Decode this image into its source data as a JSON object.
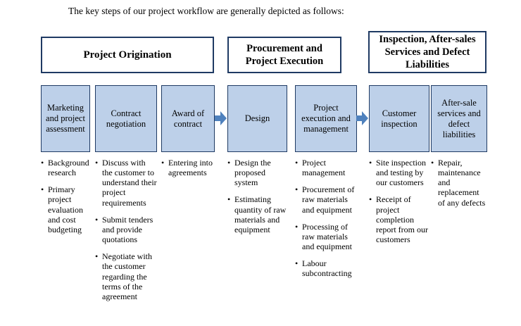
{
  "title": "The key steps of our project workflow are generally depicted as follows:",
  "headers": [
    {
      "label": "Project Origination"
    },
    {
      "label": "Procurement and Project Execution"
    },
    {
      "label": "Inspection, After-sales Services and Defect Liabilities"
    }
  ],
  "columns": [
    {
      "box": "Marketing and project assessment",
      "bullets": [
        "Background research",
        "Primary project evaluation and cost budgeting"
      ]
    },
    {
      "box": "Contract negotiation",
      "bullets": [
        "Discuss with the customer to understand their project requirements",
        "Submit tenders and provide quotations",
        "Negotiate with the customer regarding the terms of the agreement"
      ]
    },
    {
      "box": "Award of contract",
      "bullets": [
        "Entering into agreements"
      ]
    },
    {
      "box": "Design",
      "bullets": [
        "Design the proposed system",
        "Estimating quantity of raw materials and equipment"
      ]
    },
    {
      "box": "Project execution and management",
      "bullets": [
        "Project management",
        "Procurement of raw materials and equipment",
        "Processing of raw materials and equipment",
        "Labour subcontracting"
      ]
    },
    {
      "box": "Customer inspection",
      "bullets": [
        "Site inspection and testing by our customers",
        "Receipt of project completion report from our customers"
      ]
    },
    {
      "box": "After-sale services and defect liabilities",
      "bullets": [
        "Repair, maintenance and replacement of any defects"
      ]
    }
  ],
  "icons": {
    "flow_arrow": "right-block-arrow"
  },
  "colors": {
    "stage_fill": "#bdd0e9",
    "border": "#1f3a63",
    "arrow": "#4f81bd"
  }
}
